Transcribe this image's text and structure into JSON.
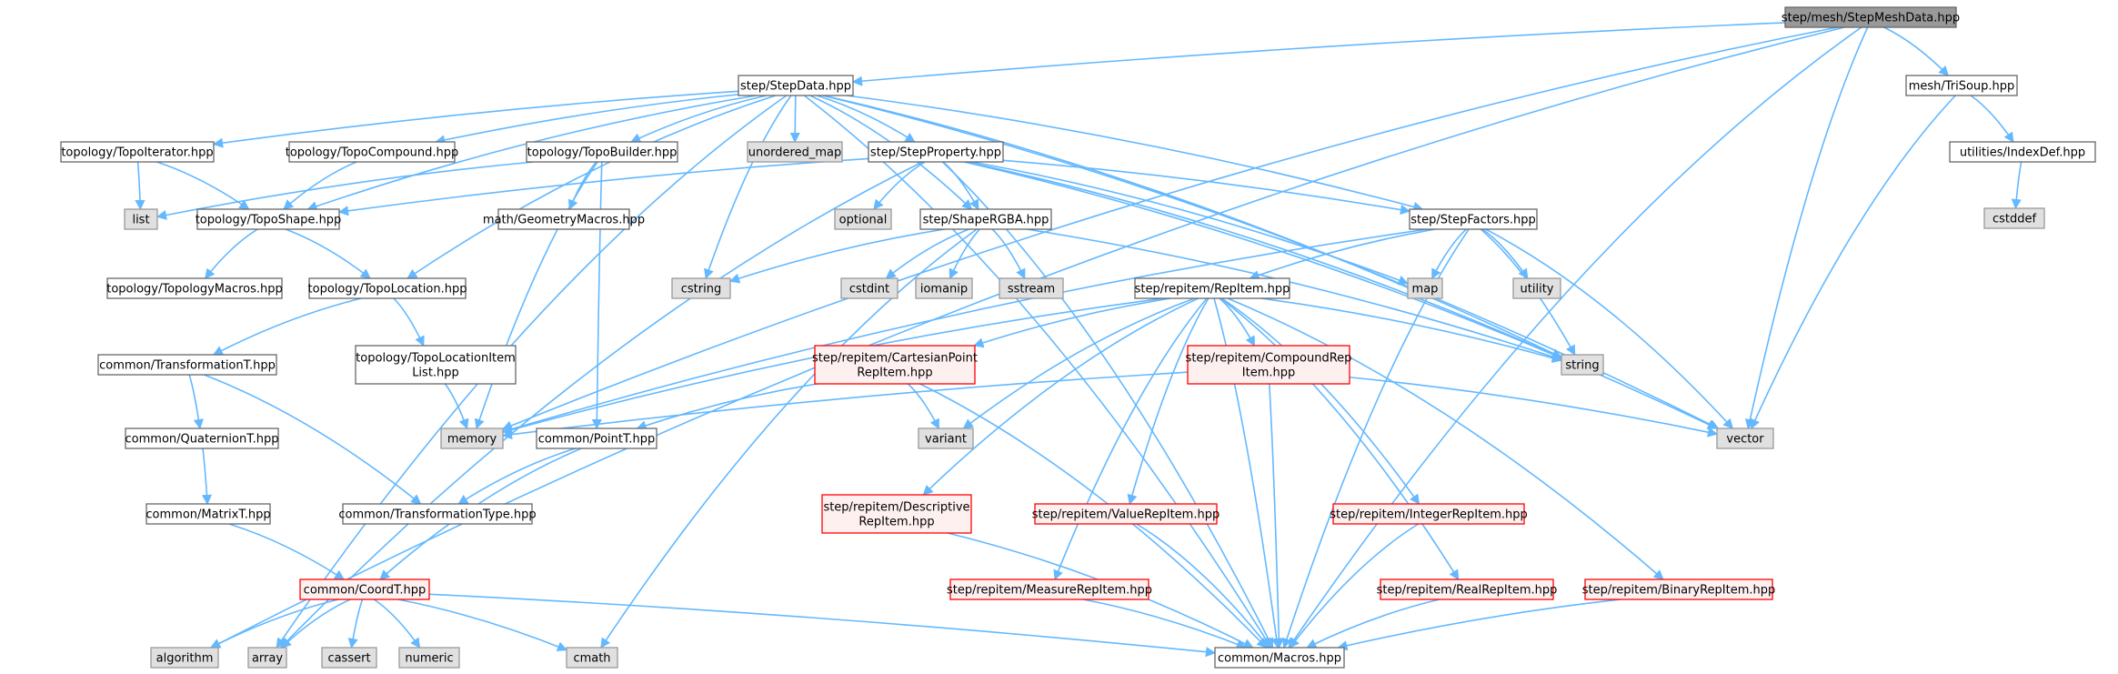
{
  "colors": {
    "edge": "#63b8ff",
    "node_normal_fill": "#ffffff",
    "node_normal_border": "#666666",
    "node_system_fill": "#e0e0e0",
    "node_system_border": "#999999",
    "node_red_fill": "#fff0f0",
    "node_red_border": "#ff0000",
    "node_root_fill": "#999999",
    "node_root_border": "#666666"
  },
  "nodes": [
    {
      "id": "stepmeshdata",
      "lines": [
        "step/mesh/StepMeshData.hpp"
      ],
      "kind": "root"
    },
    {
      "id": "stepdata",
      "lines": [
        "step/StepData.hpp"
      ],
      "kind": "normal"
    },
    {
      "id": "trisoup",
      "lines": [
        "mesh/TriSoup.hpp"
      ],
      "kind": "normal"
    },
    {
      "id": "indexdef",
      "lines": [
        "utilities/IndexDef.hpp"
      ],
      "kind": "normal"
    },
    {
      "id": "cstddef",
      "lines": [
        "cstddef"
      ],
      "kind": "system"
    },
    {
      "id": "topoiterator",
      "lines": [
        "topology/TopoIterator.hpp"
      ],
      "kind": "normal"
    },
    {
      "id": "topocompound",
      "lines": [
        "topology/TopoCompound.hpp"
      ],
      "kind": "normal"
    },
    {
      "id": "topobuilder",
      "lines": [
        "topology/TopoBuilder.hpp"
      ],
      "kind": "normal"
    },
    {
      "id": "unordered_map",
      "lines": [
        "unordered_map"
      ],
      "kind": "system"
    },
    {
      "id": "stepproperty",
      "lines": [
        "step/StepProperty.hpp"
      ],
      "kind": "normal"
    },
    {
      "id": "list",
      "lines": [
        "list"
      ],
      "kind": "system"
    },
    {
      "id": "toposhape",
      "lines": [
        "topology/TopoShape.hpp"
      ],
      "kind": "normal"
    },
    {
      "id": "geometrymacros",
      "lines": [
        "math/GeometryMacros.hpp"
      ],
      "kind": "normal"
    },
    {
      "id": "optional",
      "lines": [
        "optional"
      ],
      "kind": "system"
    },
    {
      "id": "shapergba",
      "lines": [
        "step/ShapeRGBA.hpp"
      ],
      "kind": "normal"
    },
    {
      "id": "stepfactors",
      "lines": [
        "step/StepFactors.hpp"
      ],
      "kind": "normal"
    },
    {
      "id": "topologymacros",
      "lines": [
        "topology/TopologyMacros.hpp"
      ],
      "kind": "normal"
    },
    {
      "id": "topolocation",
      "lines": [
        "topology/TopoLocation.hpp"
      ],
      "kind": "normal"
    },
    {
      "id": "cstring",
      "lines": [
        "cstring"
      ],
      "kind": "system"
    },
    {
      "id": "cstdint",
      "lines": [
        "cstdint"
      ],
      "kind": "system"
    },
    {
      "id": "iomanip",
      "lines": [
        "iomanip"
      ],
      "kind": "system"
    },
    {
      "id": "sstream",
      "lines": [
        "sstream"
      ],
      "kind": "system"
    },
    {
      "id": "map",
      "lines": [
        "map"
      ],
      "kind": "system"
    },
    {
      "id": "utility",
      "lines": [
        "utility"
      ],
      "kind": "system"
    },
    {
      "id": "repitem",
      "lines": [
        "step/repitem/RepItem.hpp"
      ],
      "kind": "normal"
    },
    {
      "id": "transformationt",
      "lines": [
        "common/TransformationT.hpp"
      ],
      "kind": "normal"
    },
    {
      "id": "topolocationitemlist",
      "lines": [
        "topology/TopoLocationItem",
        "List.hpp"
      ],
      "kind": "normal"
    },
    {
      "id": "cartesianpoint",
      "lines": [
        "step/repitem/CartesianPoint",
        "RepItem.hpp"
      ],
      "kind": "red"
    },
    {
      "id": "compoundrep",
      "lines": [
        "step/repitem/CompoundRep",
        "Item.hpp"
      ],
      "kind": "red"
    },
    {
      "id": "string",
      "lines": [
        "string"
      ],
      "kind": "system"
    },
    {
      "id": "quaterniont",
      "lines": [
        "common/QuaternionT.hpp"
      ],
      "kind": "normal"
    },
    {
      "id": "memory",
      "lines": [
        "memory"
      ],
      "kind": "system"
    },
    {
      "id": "pointt",
      "lines": [
        "common/PointT.hpp"
      ],
      "kind": "normal"
    },
    {
      "id": "variant",
      "lines": [
        "variant"
      ],
      "kind": "system"
    },
    {
      "id": "vector",
      "lines": [
        "vector"
      ],
      "kind": "system"
    },
    {
      "id": "matrixt",
      "lines": [
        "common/MatrixT.hpp"
      ],
      "kind": "normal"
    },
    {
      "id": "transformationtype",
      "lines": [
        "common/TransformationType.hpp"
      ],
      "kind": "normal"
    },
    {
      "id": "descriptive",
      "lines": [
        "step/repitem/Descriptive",
        "RepItem.hpp"
      ],
      "kind": "red"
    },
    {
      "id": "valuerepitem",
      "lines": [
        "step/repitem/ValueRepItem.hpp"
      ],
      "kind": "red"
    },
    {
      "id": "integerrepitem",
      "lines": [
        "step/repitem/IntegerRepItem.hpp"
      ],
      "kind": "red"
    },
    {
      "id": "coordt",
      "lines": [
        "common/CoordT.hpp"
      ],
      "kind": "red"
    },
    {
      "id": "measurerepitem",
      "lines": [
        "step/repitem/MeasureRepItem.hpp"
      ],
      "kind": "red"
    },
    {
      "id": "realrepitem",
      "lines": [
        "step/repitem/RealRepItem.hpp"
      ],
      "kind": "red"
    },
    {
      "id": "binaryrepitem",
      "lines": [
        "step/repitem/BinaryRepItem.hpp"
      ],
      "kind": "red"
    },
    {
      "id": "algorithm",
      "lines": [
        "algorithm"
      ],
      "kind": "system"
    },
    {
      "id": "array",
      "lines": [
        "array"
      ],
      "kind": "system"
    },
    {
      "id": "cassert",
      "lines": [
        "cassert"
      ],
      "kind": "system"
    },
    {
      "id": "numeric",
      "lines": [
        "numeric"
      ],
      "kind": "system"
    },
    {
      "id": "cmath",
      "lines": [
        "cmath"
      ],
      "kind": "system"
    },
    {
      "id": "macros",
      "lines": [
        "common/Macros.hpp"
      ],
      "kind": "normal"
    }
  ],
  "edges": [
    [
      "stepmeshdata",
      "stepdata"
    ],
    [
      "stepmeshdata",
      "trisoup"
    ],
    [
      "stepmeshdata",
      "vector"
    ],
    [
      "stepmeshdata",
      "macros"
    ],
    [
      "stepmeshdata",
      "memory"
    ],
    [
      "stepmeshdata",
      "algorithm"
    ],
    [
      "stepdata",
      "topoiterator"
    ],
    [
      "stepdata",
      "topocompound"
    ],
    [
      "stepdata",
      "topobuilder"
    ],
    [
      "stepdata",
      "unordered_map"
    ],
    [
      "stepdata",
      "stepproperty"
    ],
    [
      "stepdata",
      "shapergba"
    ],
    [
      "stepdata",
      "stepfactors"
    ],
    [
      "stepdata",
      "toposhape"
    ],
    [
      "stepdata",
      "topolocation"
    ],
    [
      "stepdata",
      "cstring"
    ],
    [
      "stepdata",
      "string"
    ],
    [
      "stepdata",
      "vector"
    ],
    [
      "stepdata",
      "macros"
    ],
    [
      "stepdata",
      "array"
    ],
    [
      "trisoup",
      "indexdef"
    ],
    [
      "trisoup",
      "vector"
    ],
    [
      "indexdef",
      "cstddef"
    ],
    [
      "topoiterator",
      "list"
    ],
    [
      "topoiterator",
      "toposhape"
    ],
    [
      "topocompound",
      "toposhape"
    ],
    [
      "topobuilder",
      "list"
    ],
    [
      "topobuilder",
      "geometrymacros"
    ],
    [
      "topobuilder",
      "memory"
    ],
    [
      "topobuilder",
      "pointt"
    ],
    [
      "stepproperty",
      "toposhape"
    ],
    [
      "stepproperty",
      "optional"
    ],
    [
      "stepproperty",
      "shapergba"
    ],
    [
      "stepproperty",
      "stepfactors"
    ],
    [
      "stepproperty",
      "map"
    ],
    [
      "stepproperty",
      "string"
    ],
    [
      "stepproperty",
      "vector"
    ],
    [
      "stepproperty",
      "macros"
    ],
    [
      "stepproperty",
      "array"
    ],
    [
      "toposhape",
      "topologymacros"
    ],
    [
      "toposhape",
      "topolocation"
    ],
    [
      "shapergba",
      "cstring"
    ],
    [
      "shapergba",
      "cstdint"
    ],
    [
      "shapergba",
      "iomanip"
    ],
    [
      "shapergba",
      "sstream"
    ],
    [
      "shapergba",
      "string"
    ],
    [
      "shapergba",
      "cmath"
    ],
    [
      "stepfactors",
      "repitem"
    ],
    [
      "stepfactors",
      "map"
    ],
    [
      "stepfactors",
      "utility"
    ],
    [
      "stepfactors",
      "string"
    ],
    [
      "stepfactors",
      "vector"
    ],
    [
      "stepfactors",
      "macros"
    ],
    [
      "stepfactors",
      "memory"
    ],
    [
      "topolocation",
      "transformationt"
    ],
    [
      "topolocation",
      "topolocationitemlist"
    ],
    [
      "topolocationitemlist",
      "memory"
    ],
    [
      "repitem",
      "cartesianpoint"
    ],
    [
      "repitem",
      "compoundrep"
    ],
    [
      "repitem",
      "string"
    ],
    [
      "repitem",
      "memory"
    ],
    [
      "repitem",
      "variant"
    ],
    [
      "repitem",
      "descriptive"
    ],
    [
      "repitem",
      "valuerepitem"
    ],
    [
      "repitem",
      "integerrepitem"
    ],
    [
      "repitem",
      "measurerepitem"
    ],
    [
      "repitem",
      "realrepitem"
    ],
    [
      "repitem",
      "binaryrepitem"
    ],
    [
      "repitem",
      "macros"
    ],
    [
      "cartesianpoint",
      "pointt"
    ],
    [
      "cartesianpoint",
      "variant"
    ],
    [
      "cartesianpoint",
      "macros"
    ],
    [
      "compoundrep",
      "memory"
    ],
    [
      "compoundrep",
      "vector"
    ],
    [
      "compoundrep",
      "macros"
    ],
    [
      "transformationt",
      "quaterniont"
    ],
    [
      "transformationt",
      "transformationtype"
    ],
    [
      "quaterniont",
      "matrixt"
    ],
    [
      "matrixt",
      "coordt"
    ],
    [
      "pointt",
      "transformationtype"
    ],
    [
      "pointt",
      "coordt"
    ],
    [
      "descriptive",
      "macros"
    ],
    [
      "valuerepitem",
      "macros"
    ],
    [
      "integerrepitem",
      "macros"
    ],
    [
      "measurerepitem",
      "macros"
    ],
    [
      "realrepitem",
      "macros"
    ],
    [
      "binaryrepitem",
      "macros"
    ],
    [
      "coordt",
      "algorithm"
    ],
    [
      "coordt",
      "array"
    ],
    [
      "coordt",
      "cassert"
    ],
    [
      "coordt",
      "numeric"
    ],
    [
      "coordt",
      "cmath"
    ],
    [
      "coordt",
      "macros"
    ]
  ]
}
